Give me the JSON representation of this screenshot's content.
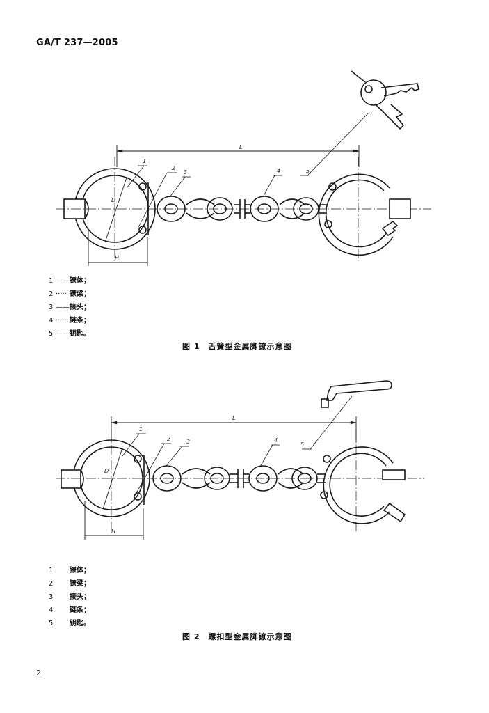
{
  "header": {
    "standard_code": "GA/T 237—2005"
  },
  "figure1": {
    "callouts": [
      "1",
      "2",
      "3",
      "4",
      "5"
    ],
    "dim_L": "L",
    "dim_H": "H",
    "dim_D": "D",
    "legend": [
      {
        "num": "1",
        "sep": "——",
        "label": "镣体；"
      },
      {
        "num": "2",
        "sep": "·····",
        "label": "镣梁；"
      },
      {
        "num": "3",
        "sep": "——",
        "label": "接头；"
      },
      {
        "num": "4",
        "sep": "·····",
        "label": "链条；"
      },
      {
        "num": "5",
        "sep": "——",
        "label": "钥匙。"
      }
    ],
    "caption": "图 1　舌簧型金属脚镣示意图"
  },
  "figure2": {
    "callouts": [
      "1",
      "2",
      "3",
      "4",
      "5"
    ],
    "dim_L": "L",
    "dim_H": "H",
    "dim_D": "D",
    "legend": [
      {
        "num": "1",
        "label": "镣体；"
      },
      {
        "num": "2",
        "label": "镣梁；"
      },
      {
        "num": "3",
        "label": "接头；"
      },
      {
        "num": "4",
        "label": "链条；"
      },
      {
        "num": "5",
        "label": "钥匙。"
      }
    ],
    "caption": "图 2　螺扣型金属脚镣示意图"
  },
  "footer": {
    "page_number": "2"
  }
}
